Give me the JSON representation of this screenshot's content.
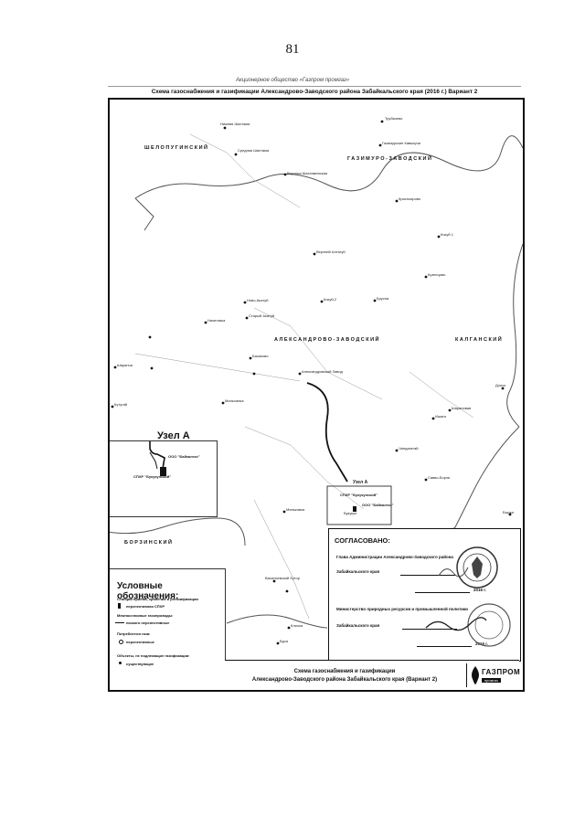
{
  "page": {
    "number": "81",
    "org_line": "Акционерное общество «Газпром промгаз»",
    "map_title": "Схема газоснабжения и газификации Александрово-Заводского района Забайкальского края (2016 г.) Вариант 2"
  },
  "districts": [
    {
      "name": "ШЕЛОПУГИНСКИЙ"
    },
    {
      "name": "ГАЗИМУРО-ЗАВОДСКИЙ"
    },
    {
      "name": "АЛЕКСАНДРОВО-ЗАВОДСКИЙ"
    },
    {
      "name": "КАЛГАНСКИЙ"
    },
    {
      "name": "БОРЗИНСКИЙ"
    }
  ],
  "settlements": [
    {
      "name": "Нижняя Шахтама"
    },
    {
      "name": "Средняя Шахтама"
    },
    {
      "name": "Трубачево"
    },
    {
      "name": "Газимурские Кавыкучи"
    },
    {
      "name": "Верхняя Шахтаминская"
    },
    {
      "name": "Красноярово"
    },
    {
      "name": "Кокуй 1"
    },
    {
      "name": "Верхний Алтагуй"
    },
    {
      "name": "Кузнецово"
    },
    {
      "name": "Ново-Акатуй"
    },
    {
      "name": "Кокуй-2"
    },
    {
      "name": "Брусна"
    },
    {
      "name": "Старый Акатуй"
    },
    {
      "name": "Никитовка"
    },
    {
      "name": "Базаново"
    },
    {
      "name": "Шаранча"
    },
    {
      "name": "Кутугай"
    },
    {
      "name": "Мальханка"
    },
    {
      "name": "Александровский Завод"
    },
    {
      "name": "Шарановая"
    },
    {
      "name": "Ишага"
    },
    {
      "name": "Донос"
    },
    {
      "name": "Чиндагатай"
    },
    {
      "name": "Савво-Борзя"
    },
    {
      "name": "Бырка"
    },
    {
      "name": "Маньковка"
    },
    {
      "name": "Васильевский Хутор"
    },
    {
      "name": "Кличка"
    },
    {
      "name": "Бура"
    }
  ],
  "pipeline_labels": {
    "node": "Узел А",
    "ooo": "ООО \"Байкалгаз\"",
    "spkr": "СПХР \"Букукунский\"",
    "bukukun": "Букукун"
  },
  "inset": {
    "title": "Узел А"
  },
  "legend": {
    "title": "Условные обозначения:",
    "lines": [
      {
        "text": "Станции приема, хранения и регазификации"
      },
      {
        "text": "перспективная СПХР"
      },
      {
        "text": "Межпоселковые газопроводы:"
      },
      {
        "text": "низкого перспективные"
      },
      {
        "text": "Потребители газа:"
      },
      {
        "text": "перспективные"
      },
      {
        "text": "Объекты, не подлежащие газификации:"
      },
      {
        "text": "существующие"
      }
    ]
  },
  "approval": {
    "heading": "СОГЛАСОВАНО:",
    "line1": "Глава Администрации Александрово-Заводского района",
    "line2": "Забайкальского края",
    "line3": "Министерство природных ресурсов и промышленной политики",
    "line4": "Забайкальского края",
    "year": "2016 г."
  },
  "title_block": {
    "line1": "Схема газоснабжения и газификации",
    "line2": "Александрово-Заводского района Забайкальского края (Вариант 2)",
    "logo_text": "ГАЗПРОМ",
    "logo_sub": "промгаз"
  },
  "colors": {
    "ink": "#111111",
    "boundary": "#555555",
    "background": "#ffffff"
  }
}
